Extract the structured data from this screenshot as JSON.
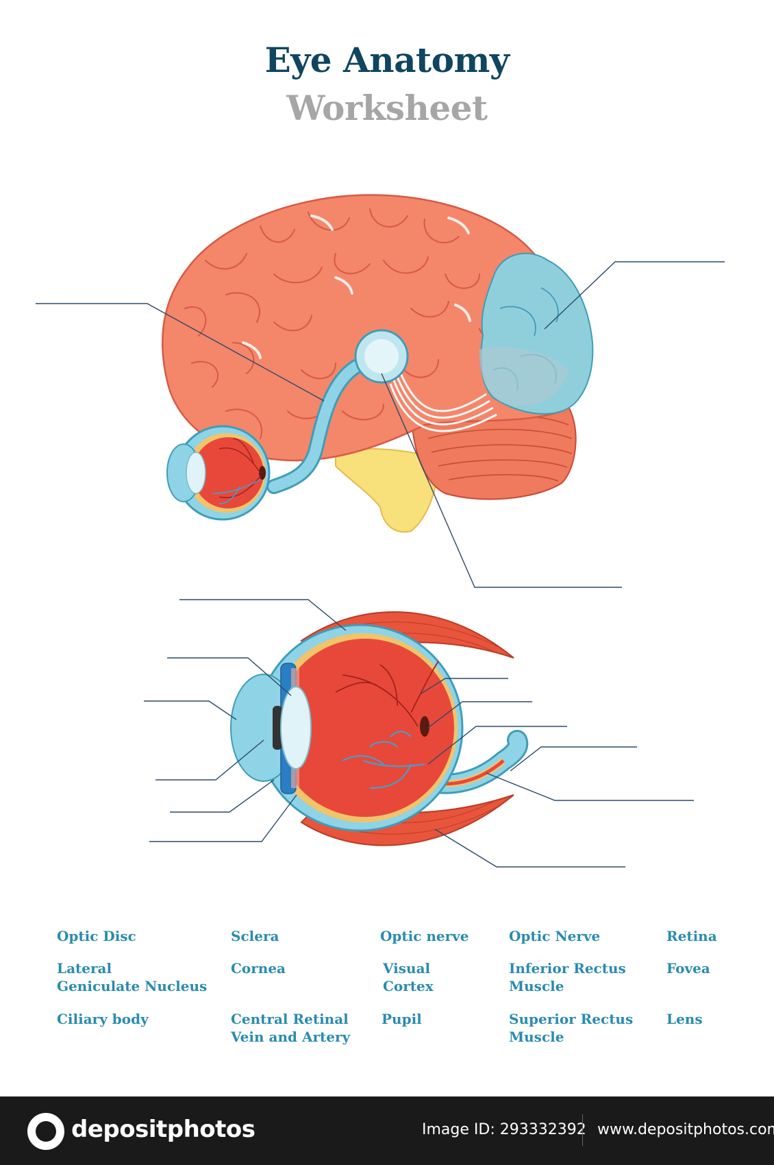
{
  "title": {
    "line1": "Eye Anatomy",
    "line2": "Worksheet"
  },
  "terms": [
    {
      "id": "optic-disc",
      "text": "Optic Disc"
    },
    {
      "id": "sclera",
      "text": "Sclera"
    },
    {
      "id": "optic-nerve-lower",
      "text": "Optic nerve"
    },
    {
      "id": "optic-nerve-upper",
      "text": "Optic Nerve"
    },
    {
      "id": "retina",
      "text": "Retina"
    },
    {
      "id": "lgn",
      "text": "Lateral\nGeniculate Nucleus"
    },
    {
      "id": "cornea",
      "text": "Cornea"
    },
    {
      "id": "visual-cortex",
      "text": "Visual\nCortex"
    },
    {
      "id": "inferior-rectus",
      "text": "Inferior Rectus\nMuscle"
    },
    {
      "id": "fovea",
      "text": "Fovea"
    },
    {
      "id": "ciliary-body",
      "text": "Ciliary body"
    },
    {
      "id": "central-retinal",
      "text": "Central Retinal\nVein and Artery"
    },
    {
      "id": "pupil",
      "text": "Pupil"
    },
    {
      "id": "superior-rectus",
      "text": "Superior Rectus\nMuscle"
    },
    {
      "id": "lens",
      "text": "Lens"
    }
  ],
  "footer": {
    "logo_text": "depositphotos",
    "image_id": "Image ID: 293332392",
    "site": "www.depositphotos.com"
  },
  "colors": {
    "title": "#10455f",
    "subtitle": "#a6a6a6",
    "term": "#2a8bb0",
    "brain": "#f4866a",
    "brain_line": "#d65a45",
    "cortex": "#8fcfdc",
    "cerebellum": "#ef7a5e",
    "brainstem": "#f8e07a",
    "eye_red": "#e8483a",
    "eye_blue": "#8fd3e6",
    "muscle": "#e8553c",
    "leader_line": "#2b4a6a"
  }
}
